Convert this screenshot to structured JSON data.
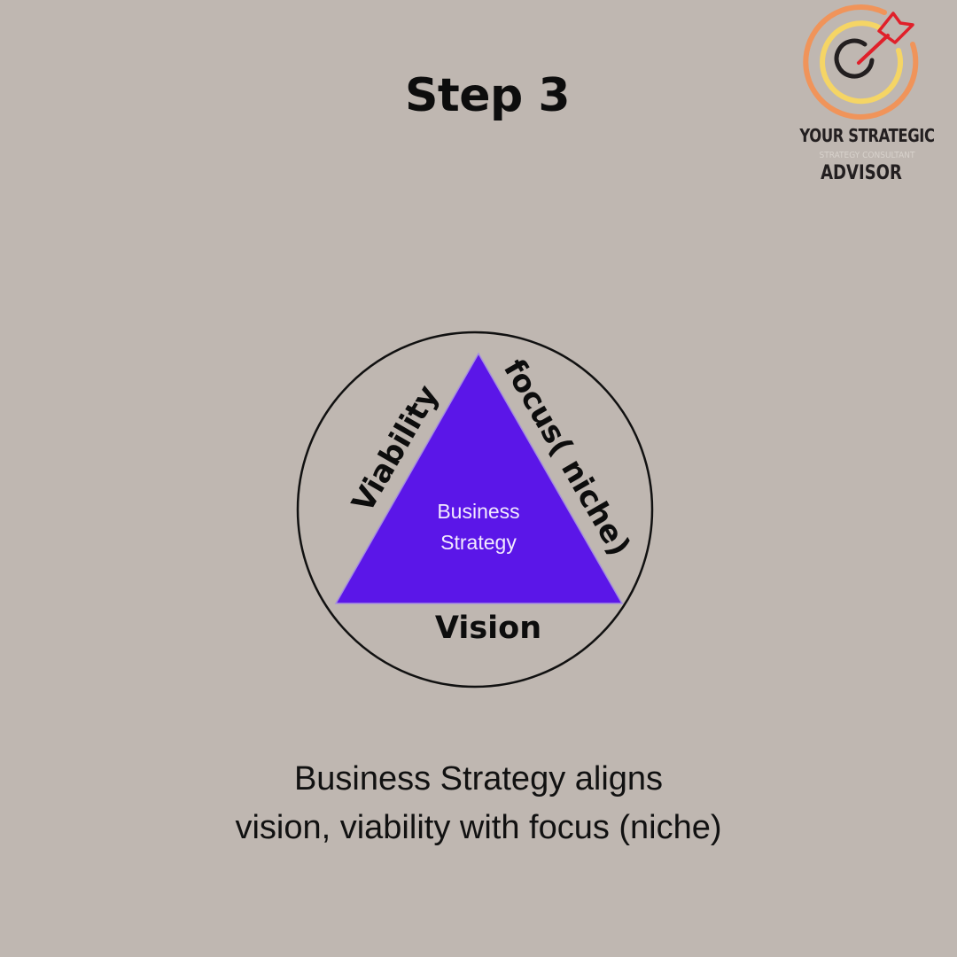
{
  "title": "Step 3",
  "logo": {
    "line1": "YOUR STRATEGIC",
    "tagline": "STRATEGY CONSULTANT",
    "line2": "ADVISOR",
    "icon": "target-dart-icon",
    "colors": {
      "outer_ring": "#f0945a",
      "middle_ring": "#f5d565",
      "inner_ring": "#231f20",
      "dart": "#e0202a"
    }
  },
  "diagram": {
    "center_label_line1": "Business",
    "center_label_line2": "Strategy",
    "left_side_label": "Viability",
    "right_side_label": "focus( niche)",
    "bottom_label": "Vision",
    "triangle_color": "#5b16e8",
    "circle_stroke": "#111111"
  },
  "caption": {
    "line1": "Business Strategy aligns",
    "line2": "vision, viability with focus (niche)"
  }
}
